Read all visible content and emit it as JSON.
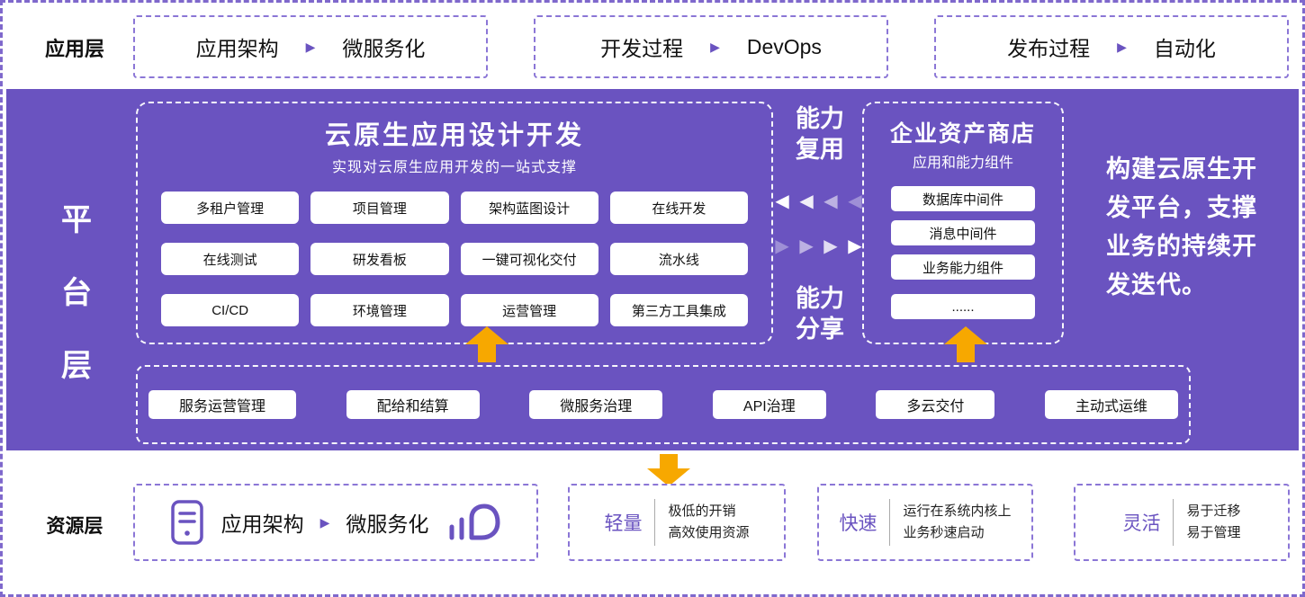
{
  "colors": {
    "purple": "#6a53c0",
    "yellow": "#f7a800",
    "dash_border": "#8b76d6"
  },
  "glyphs": {
    "triangle": "▶"
  },
  "app_layer": {
    "label": "应用层",
    "boxes": [
      {
        "left": "应用架构",
        "right": "微服务化"
      },
      {
        "left": "开发过程",
        "right": "DevOps"
      },
      {
        "left": "发布过程",
        "right": "自动化"
      }
    ]
  },
  "platform_layer": {
    "label_chars": [
      "平",
      "台",
      "层"
    ],
    "design": {
      "title": "云原生应用设计开发",
      "subtitle": "实现对云原生应用开发的一站式支撑",
      "cells": [
        "多租户管理",
        "项目管理",
        "架构蓝图设计",
        "在线开发",
        "在线测试",
        "研发看板",
        "一键可视化交付",
        "流水线",
        "CI/CD",
        "环境管理",
        "运营管理",
        "第三方工具集成"
      ]
    },
    "flow": {
      "reuse_line1": "能力",
      "reuse_line2": "复用",
      "share_line1": "能力",
      "share_line2": "分享",
      "left_glyph": "◀",
      "right_glyph": "▶"
    },
    "store": {
      "title": "企业资产商店",
      "subtitle": "应用和能力组件",
      "items": [
        "数据库中间件",
        "消息中间件",
        "业务能力组件",
        "......"
      ]
    },
    "description": "构建云原生开发平台，支撑业务的持续开发迭代。",
    "services": [
      "服务运营管理",
      "配给和结算",
      "微服务治理",
      "API治理",
      "多云交付",
      "主动式运维"
    ]
  },
  "resource_layer": {
    "label": "资源层",
    "arch": {
      "left": "应用架构",
      "right": "微服务化"
    },
    "features": [
      {
        "keyword": "轻量",
        "line1": "极低的开销",
        "line2": "高效使用资源"
      },
      {
        "keyword": "快速",
        "line1": "运行在系统内核上",
        "line2": "业务秒速启动"
      },
      {
        "keyword": "灵活",
        "line1": "易于迁移",
        "line2": "易于管理"
      }
    ]
  }
}
